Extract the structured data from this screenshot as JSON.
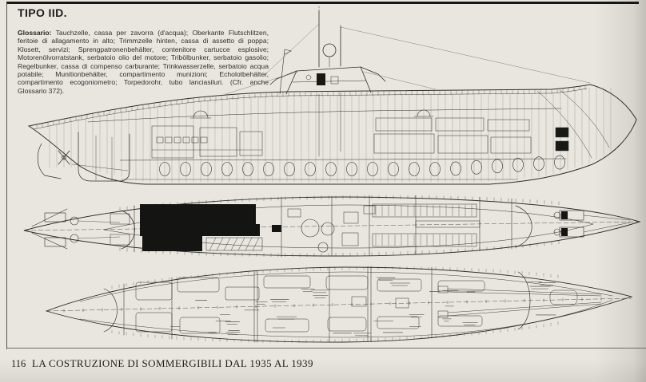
{
  "page": {
    "title": "TIPO IID.",
    "glossary_label": "Glossario:",
    "glossary_text": " Tauchzelle, cassa per zavorra (d'acqua); Oberkante Flutschlitzen, feritoie di allagamento in alto; Trimmzelle hinten, cassa di assetto di poppa; Klosett, servizi; Sprengpatronenbehälter, contenitore cartucce esplosive; Motorenölvorratstank, serbatoio olio del motore; Tribölbunker, serbatoio gasolio; Regelbunker, cassa di compenso carburante; Trinkwasserzelle, serbatoio acqua potabile; Munitionbehälter, compartimento munizioni; Echolotbehälter, compartimento ecogoniometro; Torpedorohr, tubo lanciasiluri. (Cfr. anche Glossario 372).",
    "page_number": "116",
    "caption": "LA COSTRUZIONE DI SOMMERGIBILI DAL 1935 AL 1939"
  },
  "colors": {
    "paper": "#e9e6e0",
    "ink": "#2b2a27",
    "frame_top": "#161614"
  }
}
